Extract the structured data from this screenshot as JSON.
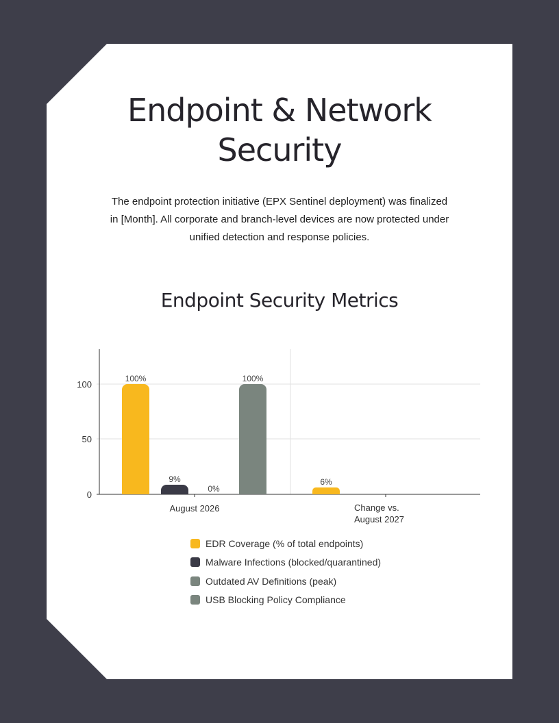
{
  "page": {
    "title_line1": "Endpoint & Network",
    "title_line2": "Security",
    "intro": "The endpoint protection initiative (EPX Sentinel deployment) was finalized in [Month]. All corporate and branch-level devices are now protected under unified detection and response policies.",
    "chart_heading": "Endpoint Security Metrics"
  },
  "colors": {
    "background": "#3e3e4a",
    "edr": "#f8b81e",
    "malware": "#3a3a46",
    "outdated": "#7a857e",
    "usb": "#7a857e"
  },
  "legend": [
    {
      "label": "EDR Coverage (% of total endpoints)",
      "color": "#f8b81e"
    },
    {
      "label": "Malware Infections (blocked/quarantined)",
      "color": "#3a3a46"
    },
    {
      "label": "Outdated AV Definitions (peak)",
      "color": "#7a857e"
    },
    {
      "label": "USB Blocking Policy Compliance",
      "color": "#7a857e"
    }
  ],
  "chart_data": {
    "type": "bar",
    "title": "Endpoint Security Metrics",
    "categories": [
      "August 2026",
      "Change vs. August 2027"
    ],
    "series": [
      {
        "name": "EDR Coverage (% of total endpoints)",
        "values": [
          100,
          6
        ],
        "labels": [
          "100%",
          "6%"
        ]
      },
      {
        "name": "Malware Infections (blocked/quarantined)",
        "values": [
          9,
          null
        ],
        "labels": [
          "9%",
          ""
        ]
      },
      {
        "name": "Outdated AV Definitions (peak)",
        "values": [
          0,
          null
        ],
        "labels": [
          "0%",
          ""
        ]
      },
      {
        "name": "USB Blocking Policy Compliance",
        "values": [
          100,
          null
        ],
        "labels": [
          "100%",
          ""
        ]
      }
    ],
    "yticks": [
      0,
      50,
      100
    ],
    "ylim": [
      0,
      130
    ],
    "xlabel": "",
    "ylabel": "",
    "grid": true,
    "legend_position": "bottom"
  }
}
